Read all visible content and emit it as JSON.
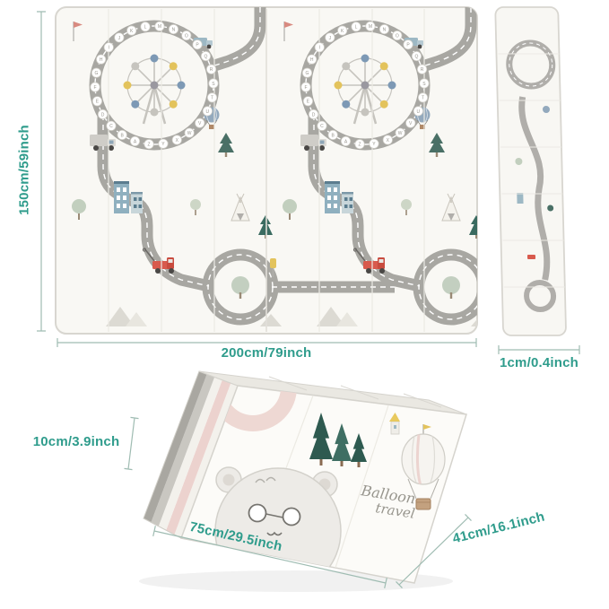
{
  "product_diagram": {
    "unfolded": {
      "height_label": "150cm/59inch",
      "width_label": "200cm/79inch",
      "thickness_label": "1cm/0.4inch"
    },
    "folded": {
      "height_label": "10cm/3.9inch",
      "width_label": "75cm/29.5inch",
      "depth_label": "41cm/16.1inch",
      "print_line1": "Balloon",
      "print_line2": "travel"
    },
    "mat_print": {
      "wheel_letters": [
        "A",
        "B",
        "C",
        "D",
        "E",
        "F",
        "G",
        "H",
        "I",
        "J",
        "K",
        "L",
        "M",
        "N",
        "O",
        "P",
        "Q",
        "R",
        "S",
        "T",
        "U",
        "V",
        "W",
        "X",
        "Y",
        "Z"
      ]
    },
    "colors": {
      "dimension_text": "#2f9c8c",
      "dimension_line": "#9fbcb2",
      "road_gray": "#a8a7a2",
      "mat_background": "#f9f8f4",
      "accent_red": "#d85a4d",
      "accent_yellow": "#e3c35c",
      "accent_blue": "#7d99b5",
      "pine_green": "#3a6b60",
      "fold_pink": "#ecd2ce"
    }
  }
}
